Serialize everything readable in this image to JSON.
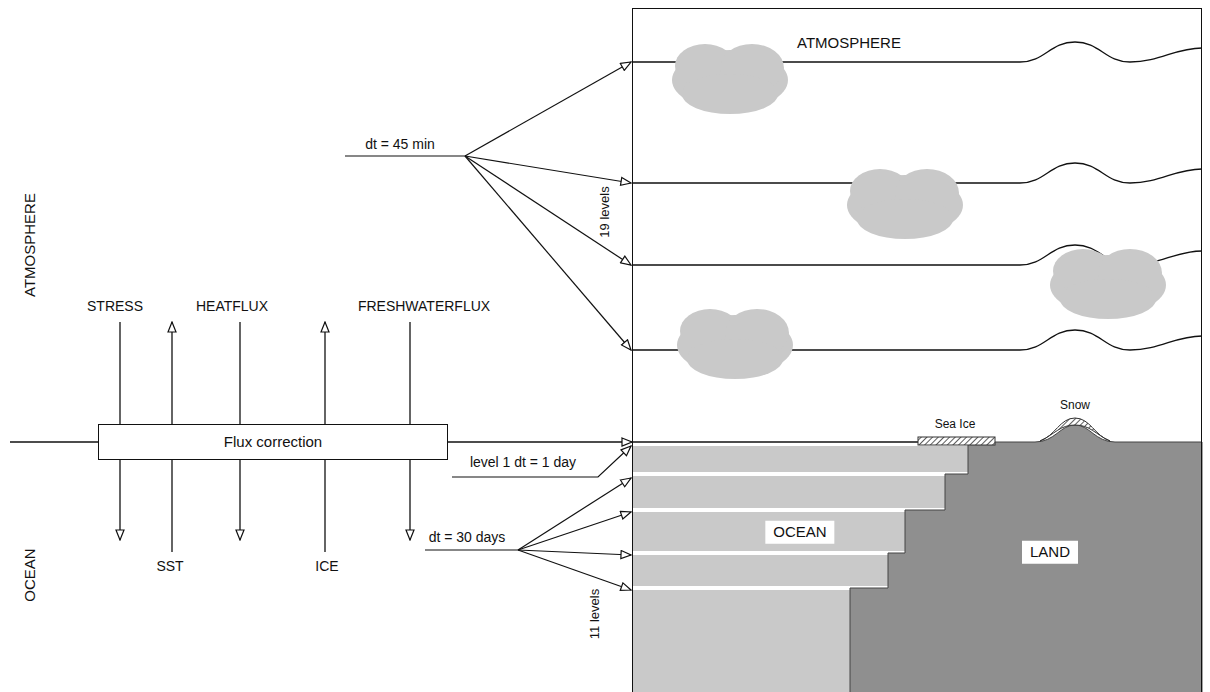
{
  "diagram": {
    "nodes": [
      {
        "text": [
          "ATMOSPHERE"
        ]
      },
      {
        "text": [
          "Flux correction"
        ]
      }
    ],
    "edges": [
      {
        "from": 1,
        "to": 0,
        "arrow": "to"
      }
    ],
    "labels": [
      "ATMOSPHERE",
      "OCEAN",
      "dt = 45 min",
      "19 levels",
      "STRESS",
      "HEATFLUX",
      "FRESHWATERFLUX",
      "SST",
      "ICE",
      "Sea Ice",
      "Snow",
      "level 1 dt = 1 day",
      "OCEAN",
      "LAND",
      "dt = 30 days",
      "11 levels"
    ]
  }
}
